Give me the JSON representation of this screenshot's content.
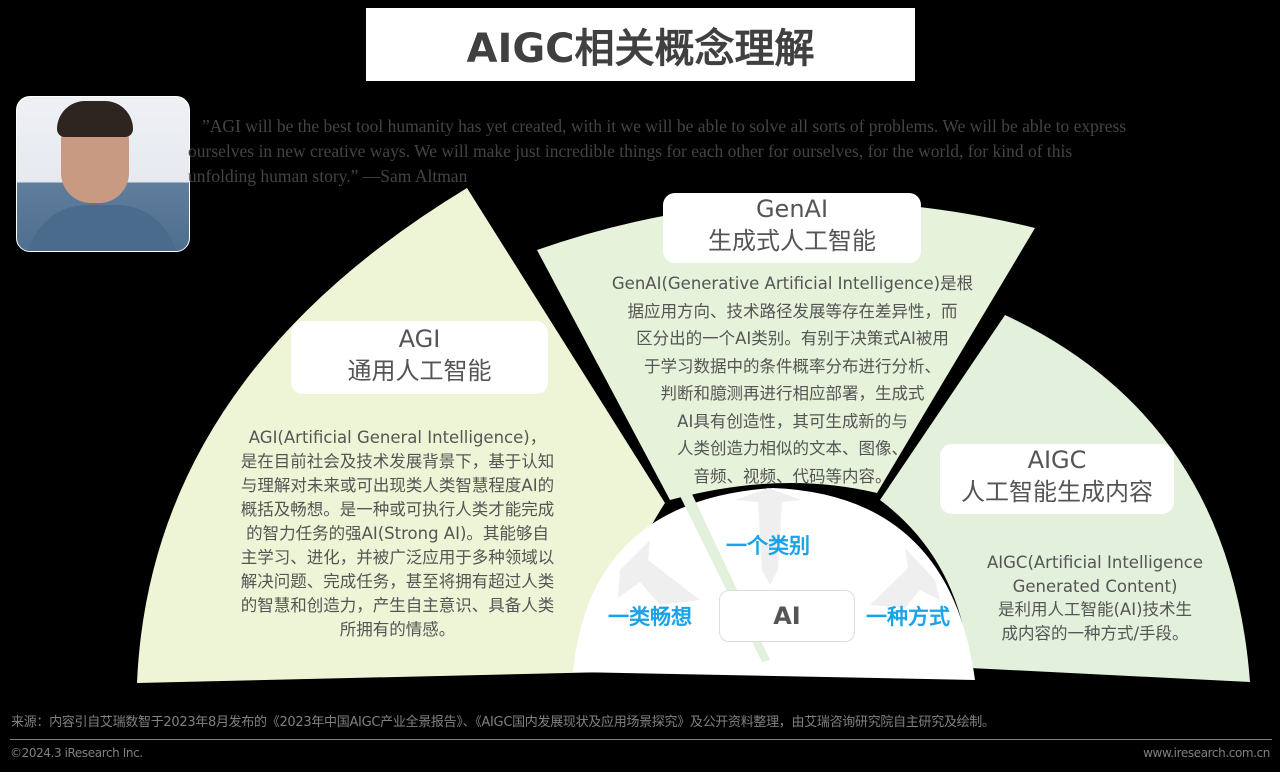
{
  "title": "AIGC相关概念理解",
  "quote": {
    "line1": "”AGI will be the best tool humanity has yet created, with it we will be able to solve all sorts of problems. We will be able to express",
    "line2": "ourselves in new creative ways. We will make just incredible things for each other for ourselves, for the world, for kind of this",
    "line3": "unfolding human story.”  —Sam Altman",
    "author": "Sam Altman"
  },
  "segments": {
    "agi": {
      "title_en": "AGI",
      "title_cn": "通用人工智能",
      "desc": [
        "AGI(Artificial General Intelligence)，",
        "是在目前社会及技术发展背景下，基于认知",
        "与理解对未来或可出现类人类智慧程度AI的",
        "概括及畅想。是一种或可执行人类才能完成",
        "的智力任务的强AI(Strong AI)。其能够自",
        "主学习、进化，并被广泛应用于多种领域以",
        "解决问题、完成任务，甚至将拥有超过人类",
        "的智慧和创造力，产生自主意识、具备人类",
        "所拥有的情感。"
      ],
      "color": "#eef5d6"
    },
    "genai": {
      "title_en": "GenAI",
      "title_cn": "生成式人工智能",
      "desc": [
        "GenAI(Generative Artificial Intelligence)是根",
        "据应用方向、技术路径发展等存在差异性，而",
        "区分出的一个AI类别。有别于决策式AI被用",
        "于学习数据中的条件概率分布进行分析、",
        "判断和臆测再进行相应部署，生成式",
        "AI具有创造性，其可生成新的与",
        "人类创造力相似的文本、图像、",
        "音频、视频、代码等内容。"
      ],
      "color": "#e6f2da"
    },
    "aigc": {
      "title_en": "AIGC",
      "title_cn": "人工智能生成内容",
      "desc": [
        "AIGC(Artificial Intelligence",
        "Generated Content)",
        "是利用人工智能(AI)技术生",
        "成内容的一种方式/手段。"
      ],
      "color": "#e2f0dc"
    }
  },
  "center": {
    "label": "AI",
    "arrow_left": "一类畅想",
    "arrow_up": "一个类别",
    "arrow_right": "一种方式",
    "accent": "#1aa3e8"
  },
  "footer": {
    "source": "来源：内容引自艾瑞数智于2023年8月发布的《2023年中国AIGC产业全景报告》、《AIGC国内发展现状及应用场景探究》及公开资料整理，由艾瑞咨询研究院自主研究及绘制。",
    "copyright": "©2024.3 iResearch Inc.",
    "website": "www.iresearch.com.cn"
  }
}
